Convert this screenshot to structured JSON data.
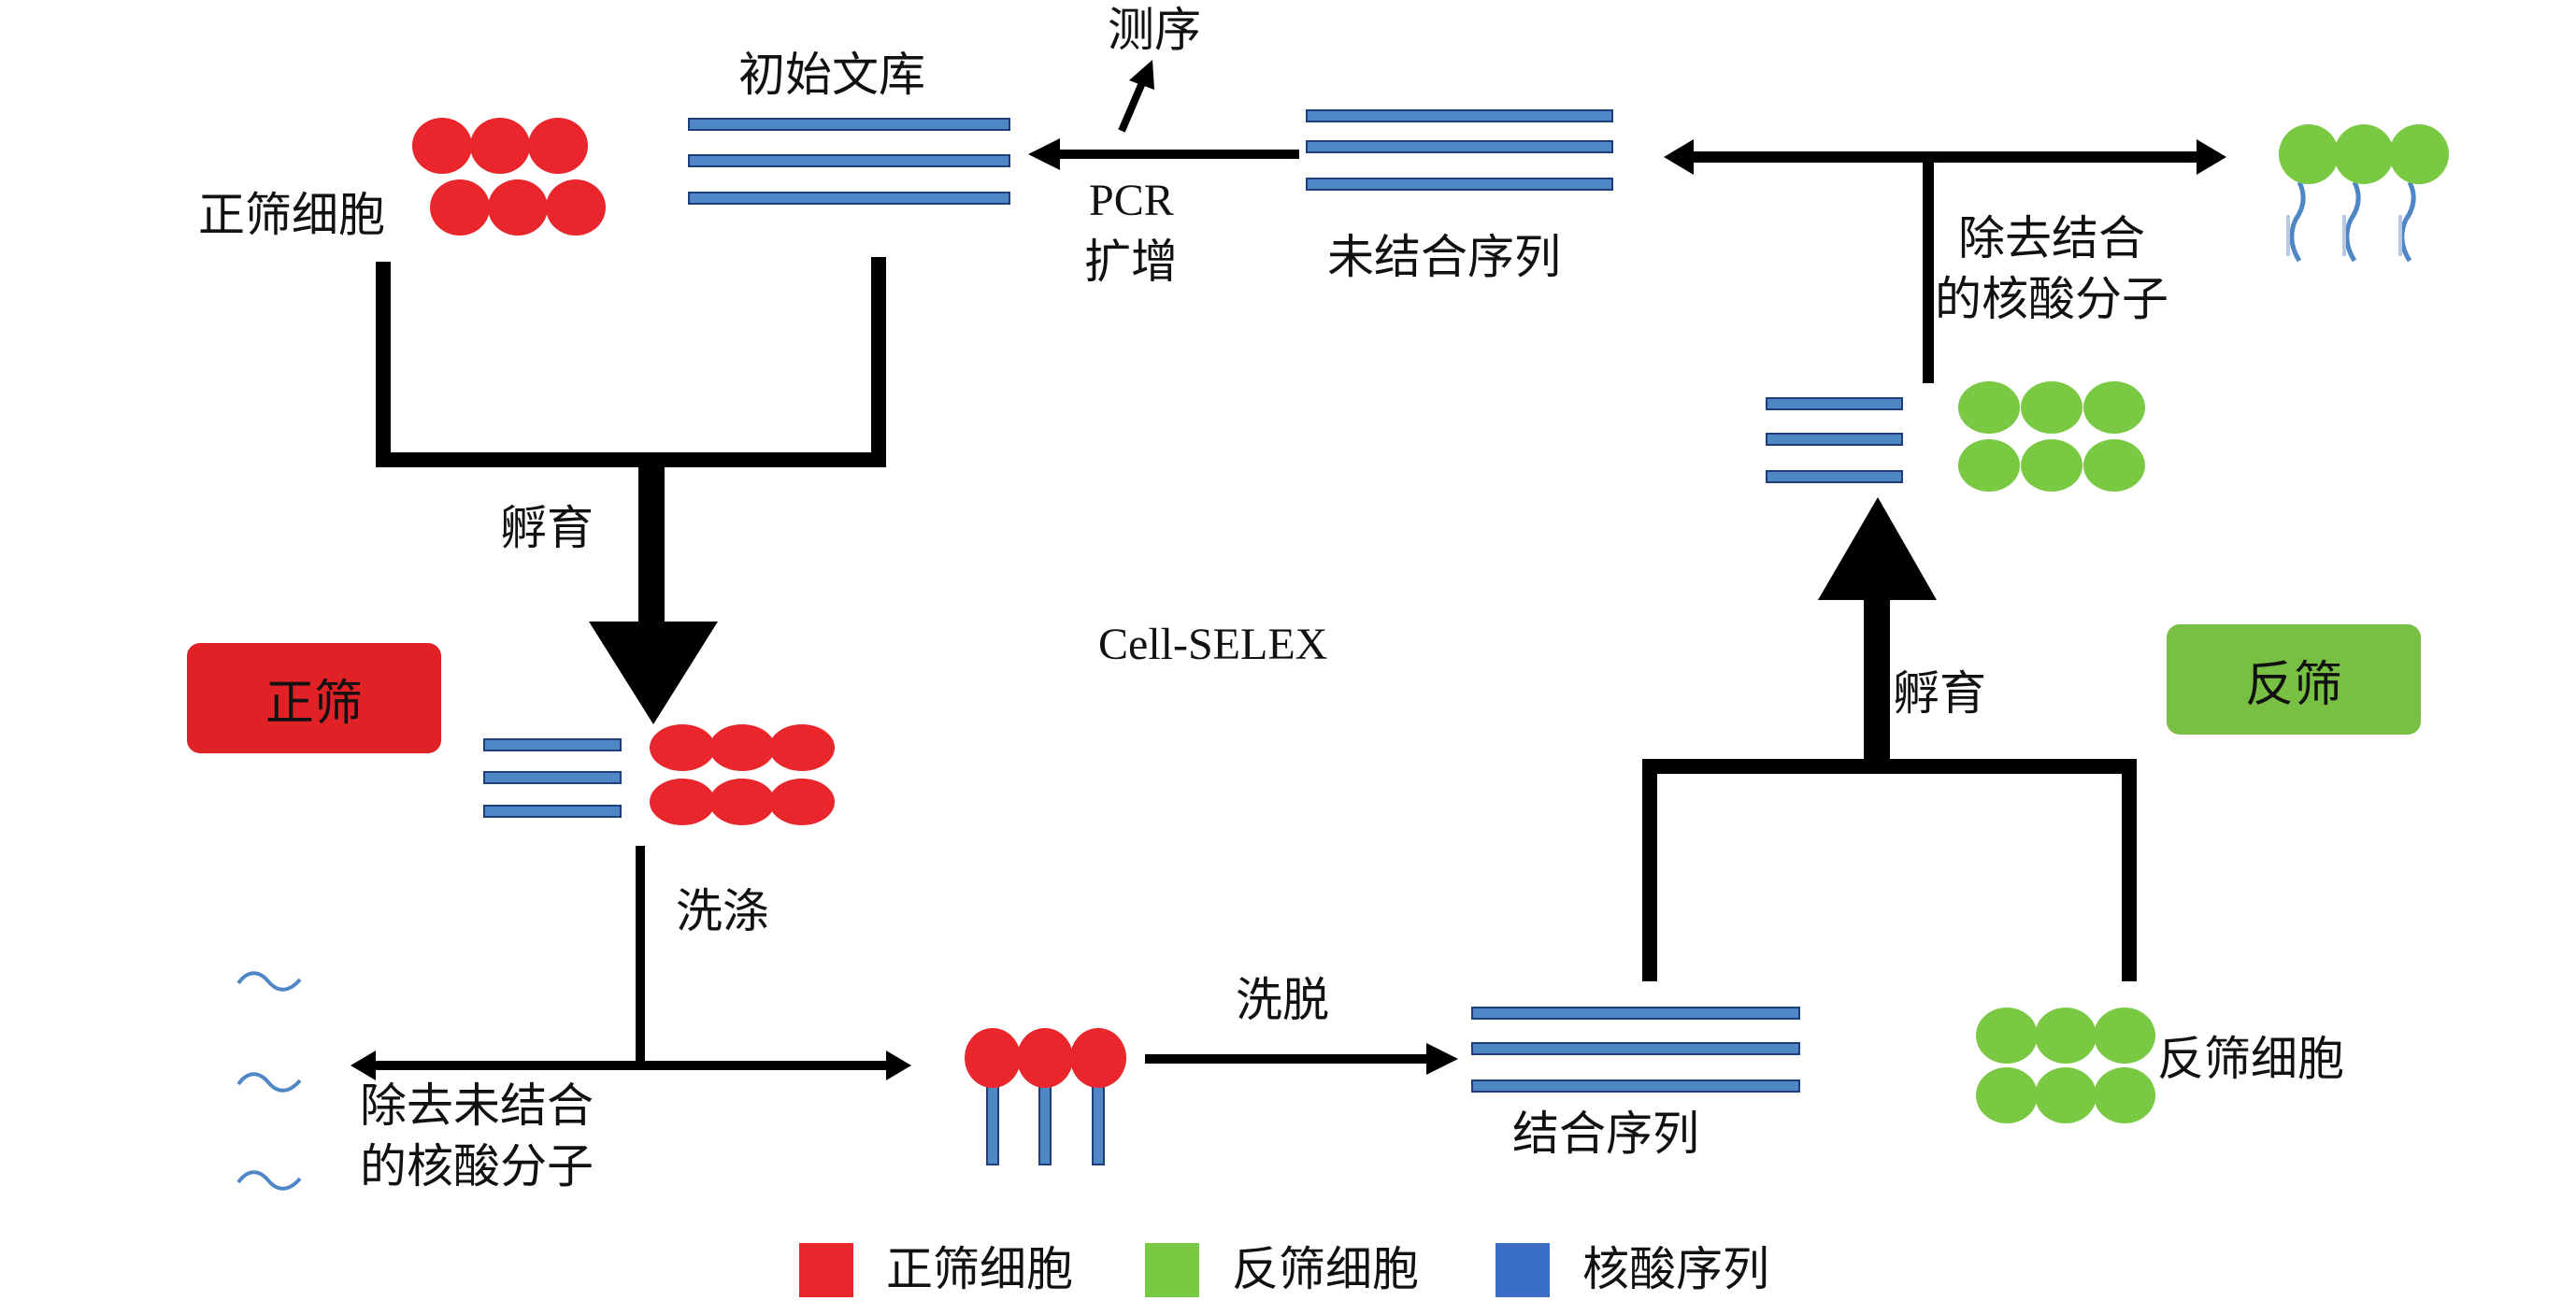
{
  "title": "Cell-SELEX",
  "badges": {
    "positive": "正筛",
    "negative": "反筛"
  },
  "labels": {
    "positive_cells": "正筛细胞",
    "initial_library": "初始文库",
    "sequencing": "测序",
    "pcr": "PCR",
    "amplify": "扩增",
    "unbound_sequences": "未结合序列",
    "remove_bound_1": "除去结合",
    "remove_bound_2": "的核酸分子",
    "incubate_left": "孵育",
    "incubate_right": "孵育",
    "wash": "洗涤",
    "remove_unbound_1": "除去未结合",
    "remove_unbound_2": "的核酸分子",
    "elute": "洗脱",
    "bound_sequences": "结合序列",
    "negative_cells": "反筛细胞"
  },
  "legend": [
    {
      "label": "正筛细胞",
      "color": "#e8262c"
    },
    {
      "label": "反筛细胞",
      "color": "#7ac943"
    },
    {
      "label": "核酸序列",
      "color": "#3b6ec5"
    }
  ],
  "colors": {
    "red_cell": "#e8262c",
    "green_cell": "#7ac943",
    "nucleic": "#4f86c6",
    "badge_red": "#e02227",
    "badge_green": "#77c043",
    "line": "#000000"
  }
}
